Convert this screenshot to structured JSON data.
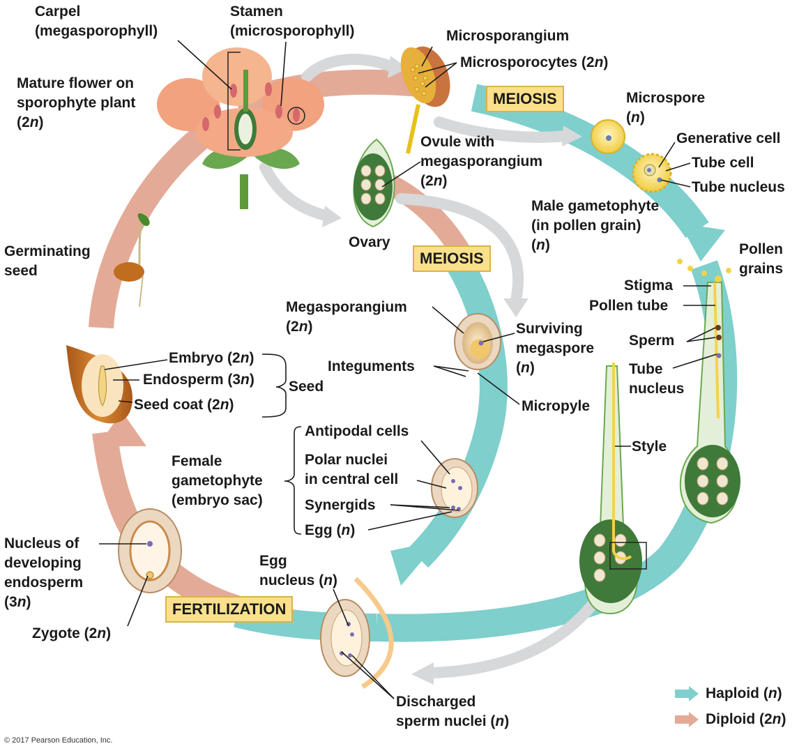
{
  "colors": {
    "haploid": "#7fcfcc",
    "diploid": "#e3ab97",
    "meiosis_box": "#fbe08c",
    "gray_arrow": "#d6d8da",
    "petal": "#f2a27e",
    "ovule_green": "#3f7a3a",
    "pale_green": "#e4efd9",
    "seed_brown": "#c06d20",
    "pollen_yellow": "#f4d24a"
  },
  "labels": {
    "carpel": [
      "Carpel",
      "(megasporophyll)"
    ],
    "stamen": [
      "Stamen",
      "(microsporophyll)"
    ],
    "mature_flower": [
      "Mature flower on",
      "sporophyte plant",
      "(2",
      "n",
      ")"
    ],
    "microsporangium": "Microsporangium",
    "microsporocytes": [
      "Microsporocytes (2",
      "n",
      ")"
    ],
    "microspore": [
      "Microspore",
      "(",
      "n",
      ")"
    ],
    "generative_cell": "Generative cell",
    "tube_cell": "Tube cell",
    "tube_nucleus_top": "Tube nucleus",
    "ovule": [
      "Ovule with",
      "megasporangium",
      "(2",
      "n",
      ")"
    ],
    "male_gametophyte": [
      "Male gametophyte",
      "(in pollen grain)",
      "(",
      "n",
      ")"
    ],
    "pollen_grains": [
      "Pollen",
      "grains"
    ],
    "ovary": "Ovary",
    "germinating_seed": [
      "Germinating",
      "seed"
    ],
    "megasporangium": [
      "Megasporangium",
      "(2",
      "n",
      ")"
    ],
    "surviving_megaspore": [
      "Surviving",
      "megaspore",
      "(",
      "n",
      ")"
    ],
    "stigma": "Stigma",
    "pollen_tube": "Pollen tube",
    "sperm": "Sperm",
    "tube_nucleus": [
      "Tube",
      "nucleus"
    ],
    "integuments": "Integuments",
    "micropyle": "Micropyle",
    "embryo": [
      "Embryo (2",
      "n",
      ")"
    ],
    "endosperm": [
      "Endosperm (3",
      "n",
      ")"
    ],
    "seed_coat": [
      "Seed coat (2",
      "n",
      ")"
    ],
    "seed": "Seed",
    "antipodal": "Antipodal cells",
    "polar_nuclei": [
      "Polar nuclei",
      "in central cell"
    ],
    "synergids": "Synergids",
    "egg": [
      "Egg (",
      "n",
      ")"
    ],
    "female_gametophyte": [
      "Female",
      "gametophyte",
      "(embryo sac)"
    ],
    "style": "Style",
    "nucleus_endosperm": [
      "Nucleus of",
      "developing",
      "endosperm",
      "(3",
      "n",
      ")"
    ],
    "zygote": [
      "Zygote (2",
      "n",
      ")"
    ],
    "egg_nucleus": [
      "Egg",
      "nucleus (",
      "n",
      ")"
    ],
    "discharged_sperm": [
      "Discharged",
      "sperm nuclei (",
      "n",
      ")"
    ]
  },
  "boxes": {
    "meiosis_top": "MEIOSIS",
    "meiosis_mid": "MEIOSIS",
    "fertilization": "FERTILIZATION"
  },
  "legend": {
    "haploid": [
      "Haploid (",
      "n",
      ")"
    ],
    "diploid": [
      "Diploid (2",
      "n",
      ")"
    ]
  },
  "copyright": "© 2017 Pearson Education, Inc."
}
